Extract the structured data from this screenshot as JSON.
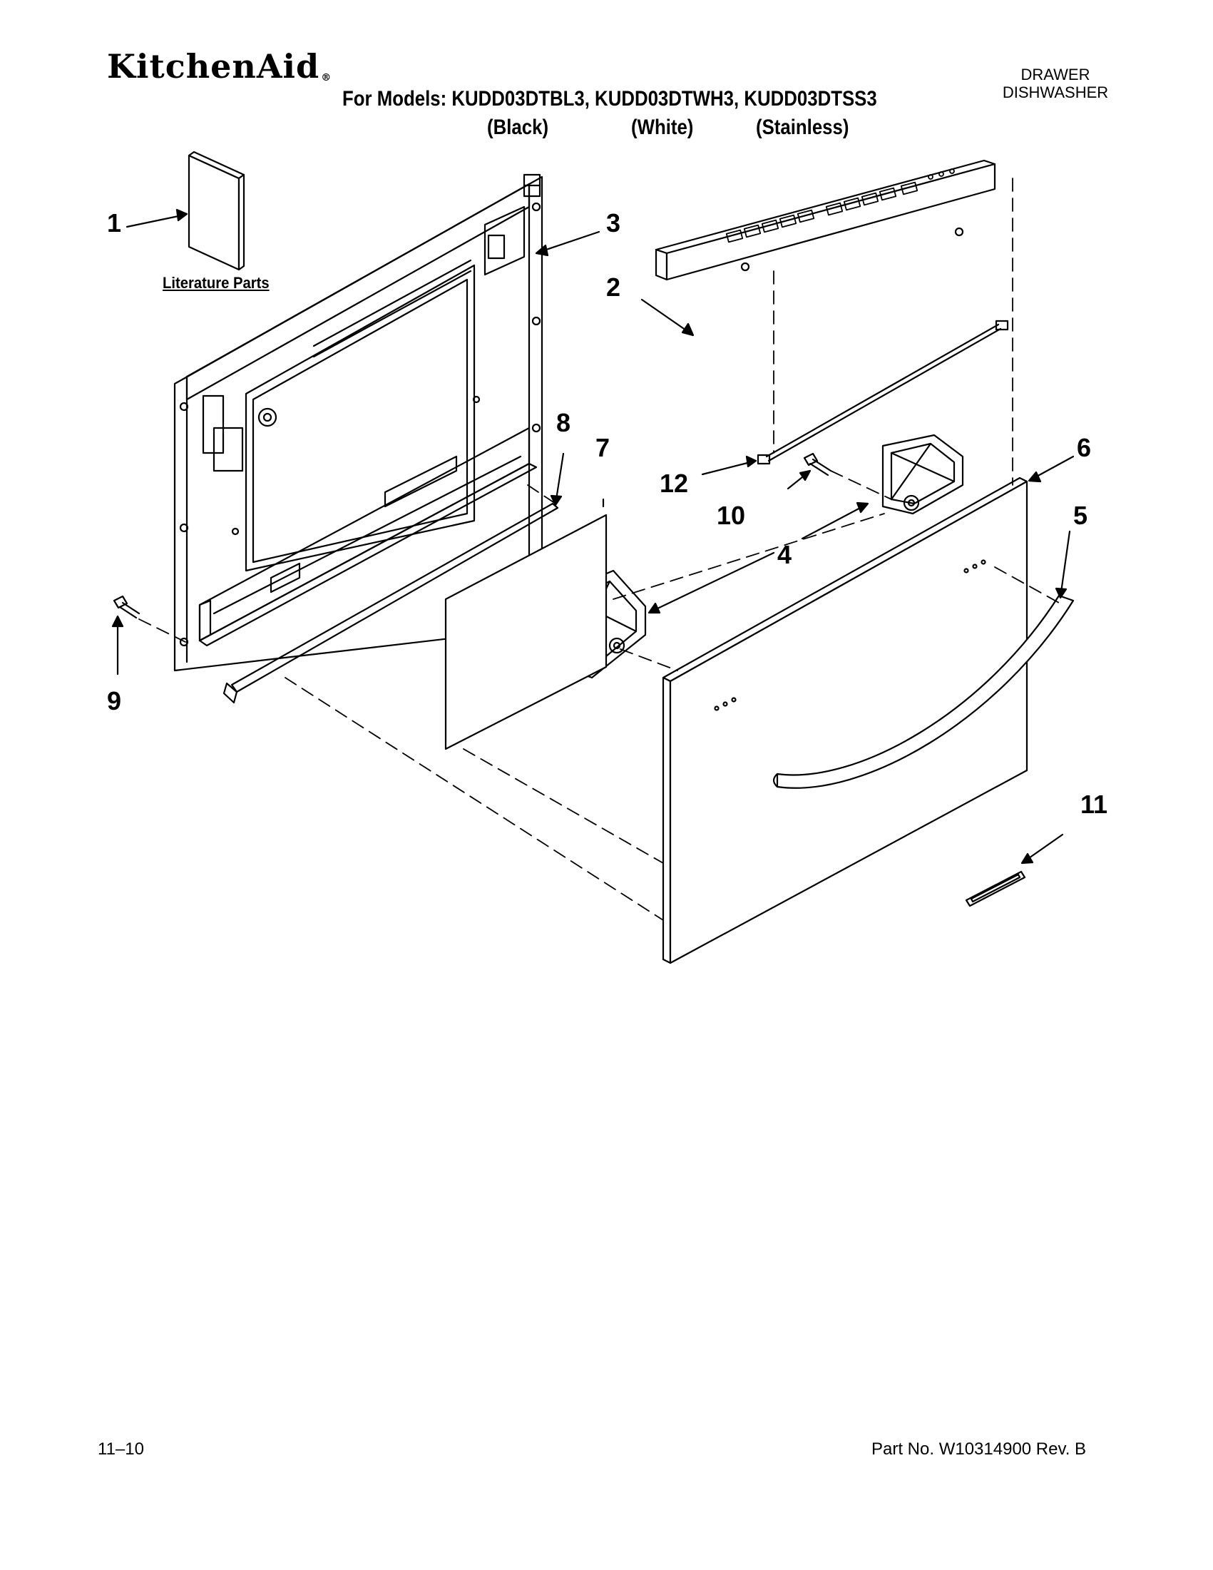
{
  "header": {
    "brand": "KitchenAid",
    "brand_mark": "®",
    "models_line": "For Models: KUDD03DTBL3, KUDD03DTWH3, KUDD03DTSS3",
    "variants": [
      "(Black)",
      "(White)",
      "(Stainless)"
    ],
    "appliance_line1": "DRAWER",
    "appliance_line2": "DISHWASHER"
  },
  "diagram": {
    "literature_label": "Literature Parts",
    "callouts": [
      "1",
      "2",
      "3",
      "4",
      "5",
      "6",
      "7",
      "8",
      "9",
      "10",
      "11",
      "12"
    ]
  },
  "footer": {
    "date_code": "11–10",
    "part_number": "Part No. W10314900 Rev. B"
  }
}
